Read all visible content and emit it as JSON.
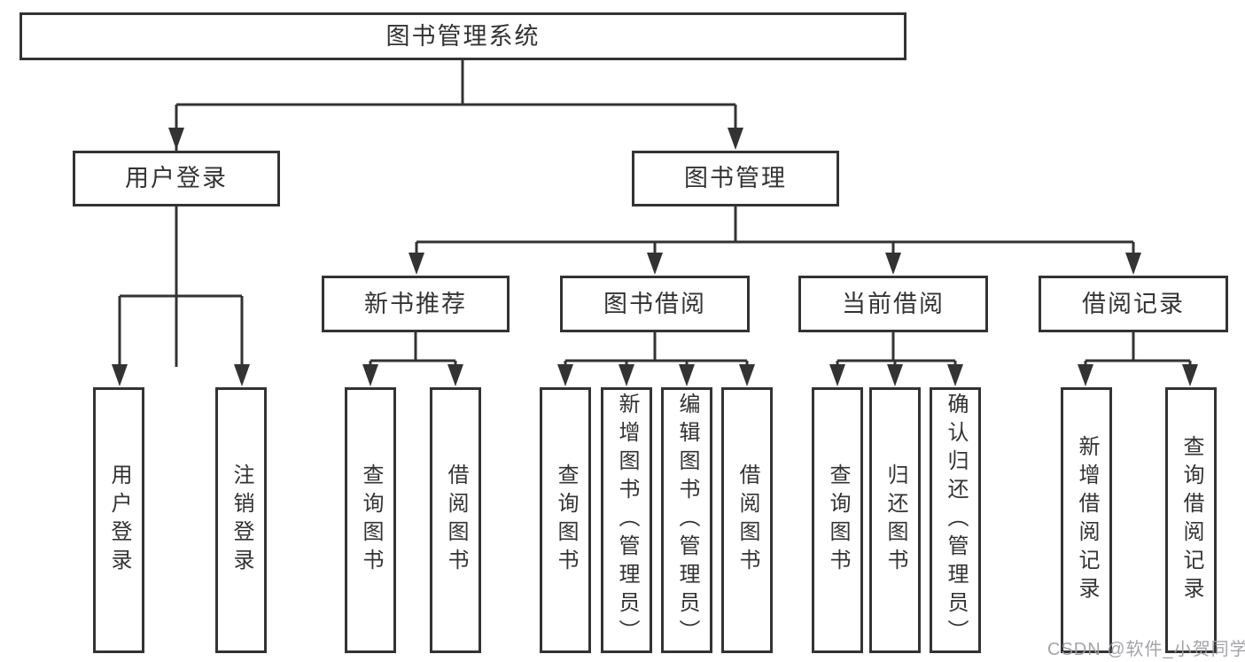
{
  "diagram": {
    "title_node": "图书管理系统",
    "tree": {
      "label": "图书管理系统",
      "children": [
        {
          "label": "用户登录",
          "children": [
            {
              "label": "用户登录"
            },
            {
              "label": "注销登录"
            }
          ]
        },
        {
          "label": "图书管理",
          "children": [
            {
              "label": "新书推荐",
              "children": [
                {
                  "label": "查询图书"
                },
                {
                  "label": "借阅图书"
                }
              ]
            },
            {
              "label": "图书借阅",
              "children": [
                {
                  "label": "查询图书"
                },
                {
                  "label": "新增图书（管理员）"
                },
                {
                  "label": "编辑图书（管理员）"
                },
                {
                  "label": "借阅图书"
                }
              ]
            },
            {
              "label": "当前借阅",
              "children": [
                {
                  "label": "查询图书"
                },
                {
                  "label": "归还图书"
                },
                {
                  "label": "确认归还（管理员）"
                }
              ]
            },
            {
              "label": "借阅记录",
              "children": [
                {
                  "label": "新增借阅记录"
                },
                {
                  "label": "查询借阅记录"
                }
              ]
            }
          ]
        }
      ]
    },
    "colors": {
      "line": "#333333",
      "box_border": "#333333",
      "text": "#333333",
      "background": "#ffffff",
      "watermark": "#9c9ca1"
    }
  },
  "watermark": {
    "text": "CSDN @软件_小贺同学"
  }
}
